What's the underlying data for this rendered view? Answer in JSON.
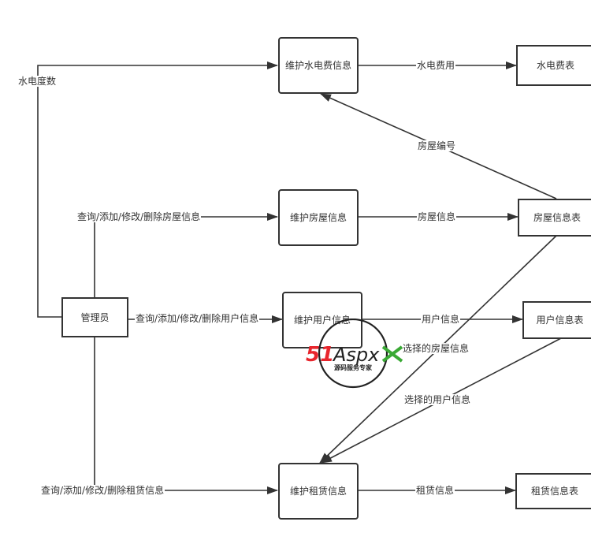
{
  "nodes": {
    "admin": "管理员",
    "maintain_utility": "维护水电费信息",
    "maintain_house": "维护房屋信息",
    "maintain_user": "维护用户信息",
    "maintain_rent": "维护租赁信息",
    "utility_table": "水电费表",
    "house_table": "房屋信息表",
    "user_table": "用户信息表",
    "rent_table": "租赁信息表"
  },
  "edges": {
    "utility_count": "水电度数",
    "utility_fee": "水电费用",
    "house_number": "房屋编号",
    "crud_house": "查询/添加/修改/删除房屋信息",
    "house_info": "房屋信息",
    "crud_user": "查询/添加/修改/删除用户信息",
    "user_info": "用户信息",
    "selected_house": "选择的房屋信息",
    "selected_user": "选择的用户信息",
    "crud_rent": "查询/添加/修改/删除租赁信息",
    "rent_info": "租赁信息"
  },
  "watermark": {
    "brand_51": "51",
    "brand_aspx": "Aspx",
    "tagline": "源码服务专家"
  },
  "colors": {
    "line": "#333333",
    "watermark_red": "#e8262d",
    "watermark_green": "#3aa935",
    "watermark_dark": "#222222"
  }
}
